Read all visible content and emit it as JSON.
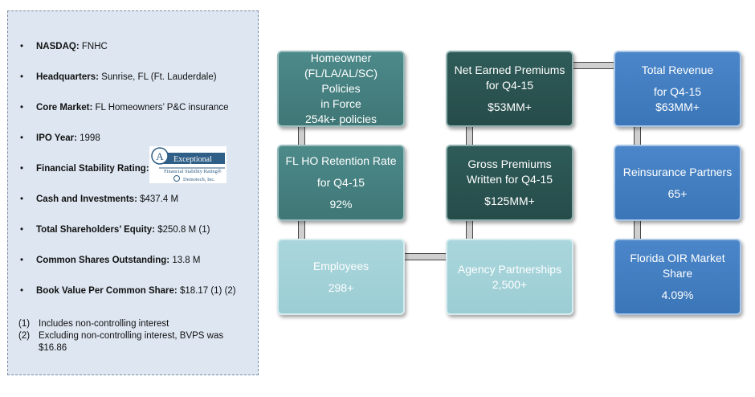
{
  "left_panel": {
    "items": [
      {
        "label": "NASDAQ:",
        "value": " FNHC"
      },
      {
        "label": "Headquarters:",
        "value": " Sunrise, FL (Ft. Lauderdale)"
      },
      {
        "label": "Core Market:",
        "value": " FL Homeowners’ P&C insurance"
      },
      {
        "label": "IPO Year:",
        "value": " 1998"
      },
      {
        "label": "Financial Stability Rating:",
        "value": ""
      },
      {
        "label": "Cash and Investments:",
        "value": " $437.4 M"
      },
      {
        "label": "Total Shareholders’ Equity:",
        "value": " $250.8 M (1)"
      },
      {
        "label": "Common Shares Outstanding:",
        "value": " 13.8 M"
      },
      {
        "label": "Book Value Per Common Share:",
        "value": " $18.17 (1) (2)"
      }
    ],
    "bullet": "•",
    "notes": [
      {
        "num": "(1)",
        "text": "Includes non-controlling interest"
      },
      {
        "num": "(2)",
        "text": "Excluding non-controlling interest, BVPS was"
      },
      {
        "num": "",
        "text": "$16.86"
      }
    ],
    "badge": {
      "letter": "A",
      "title": "Exceptional",
      "subtitle": "Financial Stability Rating®",
      "brand": "Demotech, Inc."
    }
  },
  "boxes": {
    "homeowner": {
      "line1": "Homeowner",
      "line2": "(FL/LA/AL/SC) Policies",
      "line3": "in Force",
      "value": "254k+ policies"
    },
    "net_earned": {
      "line1": "Net Earned Premiums",
      "line2": "for  Q4-15",
      "value": "$53MM+"
    },
    "total_revenue": {
      "line1": "Total Revenue",
      "line2": "for  Q4-15",
      "value": "$63MM+"
    },
    "retention": {
      "line1": "FL HO Retention Rate",
      "line2": "for Q4-15",
      "value": "92%"
    },
    "gross_written": {
      "line1": "Gross Premiums",
      "line2": "Written for  Q4-15",
      "value": "$125MM+"
    },
    "reinsurance": {
      "line1": "Reinsurance Partners",
      "value": "65+"
    },
    "employees": {
      "line1": "Employees",
      "value": "298+"
    },
    "agency": {
      "line1": "Agency Partnerships",
      "value": "2,500+"
    },
    "oir": {
      "line1": "Florida OIR Market",
      "line2": "Share",
      "value": "4.09%"
    }
  },
  "colors": {
    "teal": "#4d8a8a",
    "dark": "#2e5b58",
    "light": "#a9d6dc",
    "blue": "#4a86c9",
    "panel": "#dde6f1"
  }
}
